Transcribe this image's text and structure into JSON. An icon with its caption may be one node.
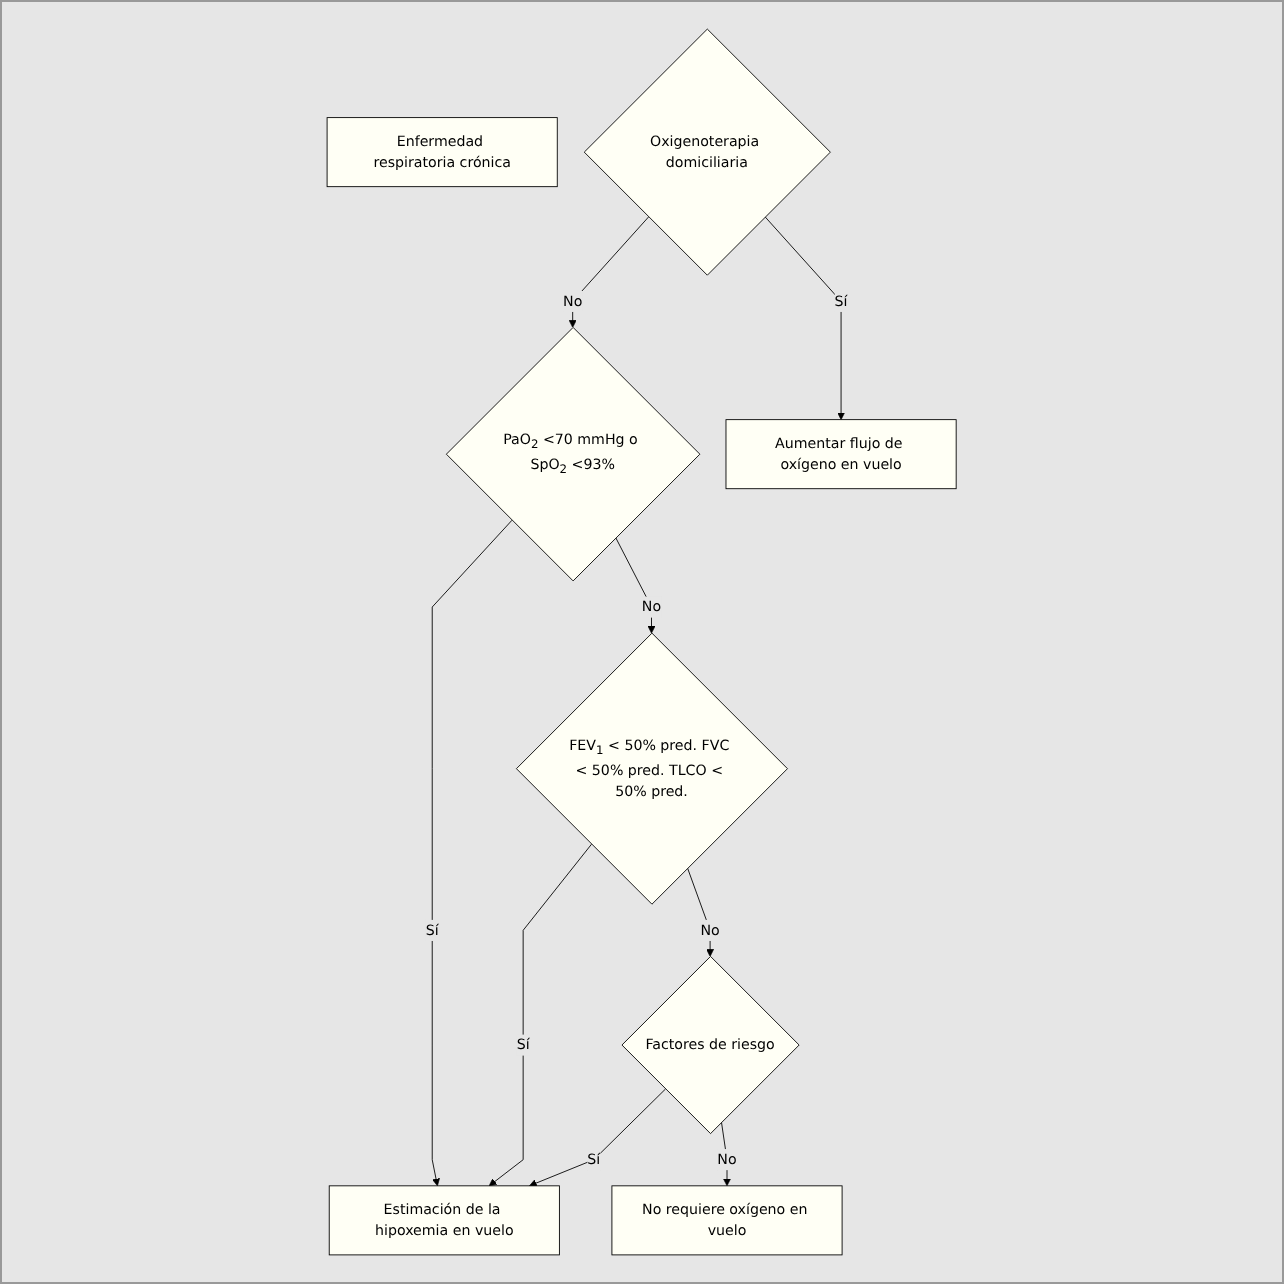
{
  "diagram": {
    "nodes": [
      {
        "text": [
          "Enfermedad respiratoria crónica"
        ]
      },
      {
        "text": [
          "Oxigenoterapia domiciliaria"
        ]
      },
      {
        "text": [
          "PaO$_{2}$ <70 mmHg o SpO$_{2}$ <93%"
        ]
      },
      {
        "text": [
          "Aumentar flujo de oxígeno en vuelo"
        ]
      },
      {
        "text": [
          "FEV$_{1}$ < 50% pred. FVC < 50% pred. TLCO < 50% pred."
        ]
      },
      {
        "text": [
          "Factores de riesgo"
        ]
      },
      {
        "text": [
          "Estimación de la hipoxemia en vuelo"
        ]
      },
      {
        "text": [
          "No requiere oxígeno en vuelo"
        ]
      }
    ],
    "edges": [
      {
        "from": 1,
        "to": 2,
        "arrow": "to",
        "label": "No"
      },
      {
        "from": 1,
        "to": 3,
        "arrow": "to",
        "label": "Sí"
      },
      {
        "from": 2,
        "to": 6,
        "arrow": "to",
        "label": "Sí"
      },
      {
        "from": 2,
        "to": 4,
        "arrow": "to",
        "label": "No"
      },
      {
        "from": 4,
        "to": 6,
        "arrow": "to",
        "label": "Sí"
      },
      {
        "from": 4,
        "to": 5,
        "arrow": "to",
        "label": "No"
      },
      {
        "from": 5,
        "to": 6,
        "arrow": "to",
        "label": "Sí"
      },
      {
        "from": 5,
        "to": 7,
        "arrow": "to",
        "label": "No"
      }
    ]
  }
}
